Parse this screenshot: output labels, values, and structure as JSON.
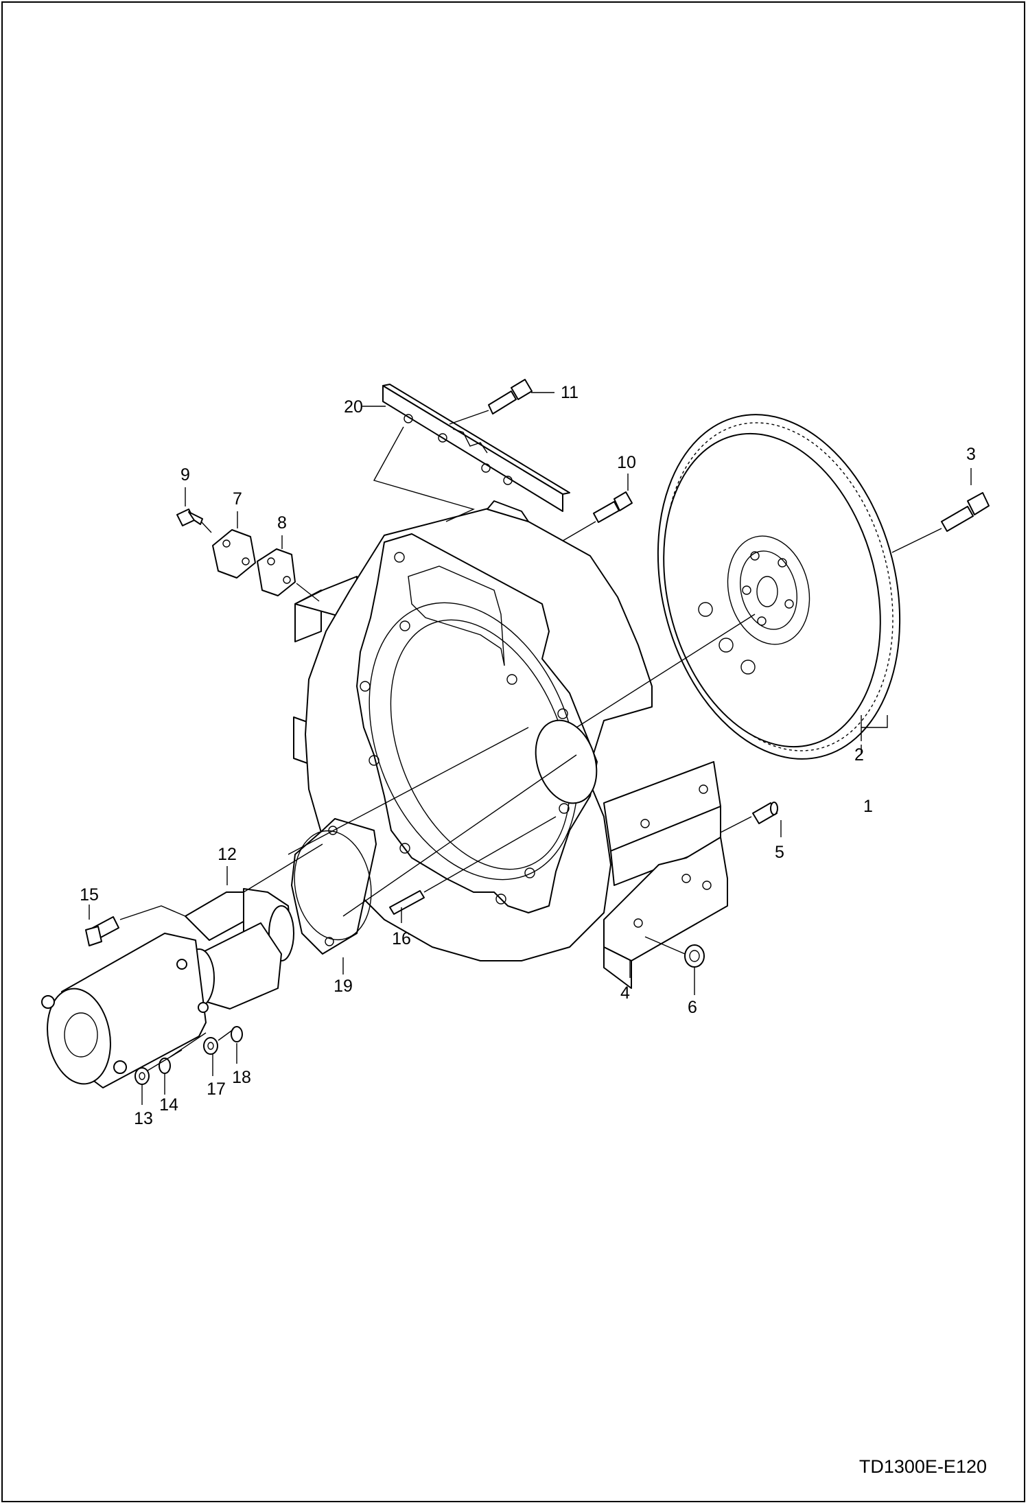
{
  "drawing_id": "TD1300E-E120",
  "callouts": [
    {
      "id": "1",
      "text": "1"
    },
    {
      "id": "2",
      "text": "2"
    },
    {
      "id": "3",
      "text": "3"
    },
    {
      "id": "4",
      "text": "4"
    },
    {
      "id": "5",
      "text": "5"
    },
    {
      "id": "6",
      "text": "6"
    },
    {
      "id": "7",
      "text": "7"
    },
    {
      "id": "8",
      "text": "8"
    },
    {
      "id": "9",
      "text": "9"
    },
    {
      "id": "10",
      "text": "10"
    },
    {
      "id": "11",
      "text": "11"
    },
    {
      "id": "12",
      "text": "12"
    },
    {
      "id": "13",
      "text": "13"
    },
    {
      "id": "14",
      "text": "14"
    },
    {
      "id": "15",
      "text": "15"
    },
    {
      "id": "16",
      "text": "16"
    },
    {
      "id": "17",
      "text": "17"
    },
    {
      "id": "18",
      "text": "18"
    },
    {
      "id": "19",
      "text": "19"
    },
    {
      "id": "20",
      "text": "20"
    }
  ]
}
